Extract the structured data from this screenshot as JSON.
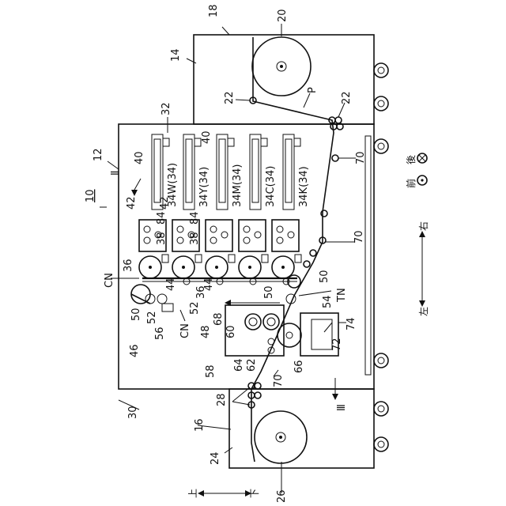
{
  "figure": {
    "labels": {
      "n10": "10",
      "n12": "12",
      "n14": "14",
      "n16": "16",
      "n18": "18",
      "n20": "20",
      "n22a": "22",
      "n22b": "22",
      "n24": "24",
      "n26": "26",
      "n28": "28",
      "n30": "30",
      "n32": "32",
      "n34w": "34W(34)",
      "n34y": "34Y(34)",
      "n34m": "34M(34)",
      "n34c": "34C(34)",
      "n34k": "34K(34)",
      "n36a": "36",
      "n36b": "36",
      "n38a": "38",
      "n38b": "38",
      "n40a": "40",
      "n40b": "40",
      "n42a": "42",
      "n42b": "42",
      "n44a": "44",
      "n44b": "44",
      "n46": "46",
      "n48": "48",
      "n50a": "50",
      "n50b": "50",
      "n50c": "50",
      "n52a": "52",
      "n52b": "52",
      "n54": "54",
      "n56": "56",
      "n58": "58",
      "n60": "60",
      "n62": "62",
      "n64": "64",
      "n66": "66",
      "n68": "68",
      "n70a": "70",
      "n70b": "70",
      "n70c": "70",
      "n72": "72",
      "n74": "74",
      "n84a": "84",
      "n84b": "84",
      "p": "P",
      "cn1": "CN",
      "cn2": "CN",
      "tn": "TN",
      "sec2": "Ⅱ",
      "sec3": "Ⅲ"
    },
    "directions": {
      "front": "前",
      "back": "後",
      "left": "左",
      "right": "右",
      "up": "上",
      "down": "下"
    }
  }
}
